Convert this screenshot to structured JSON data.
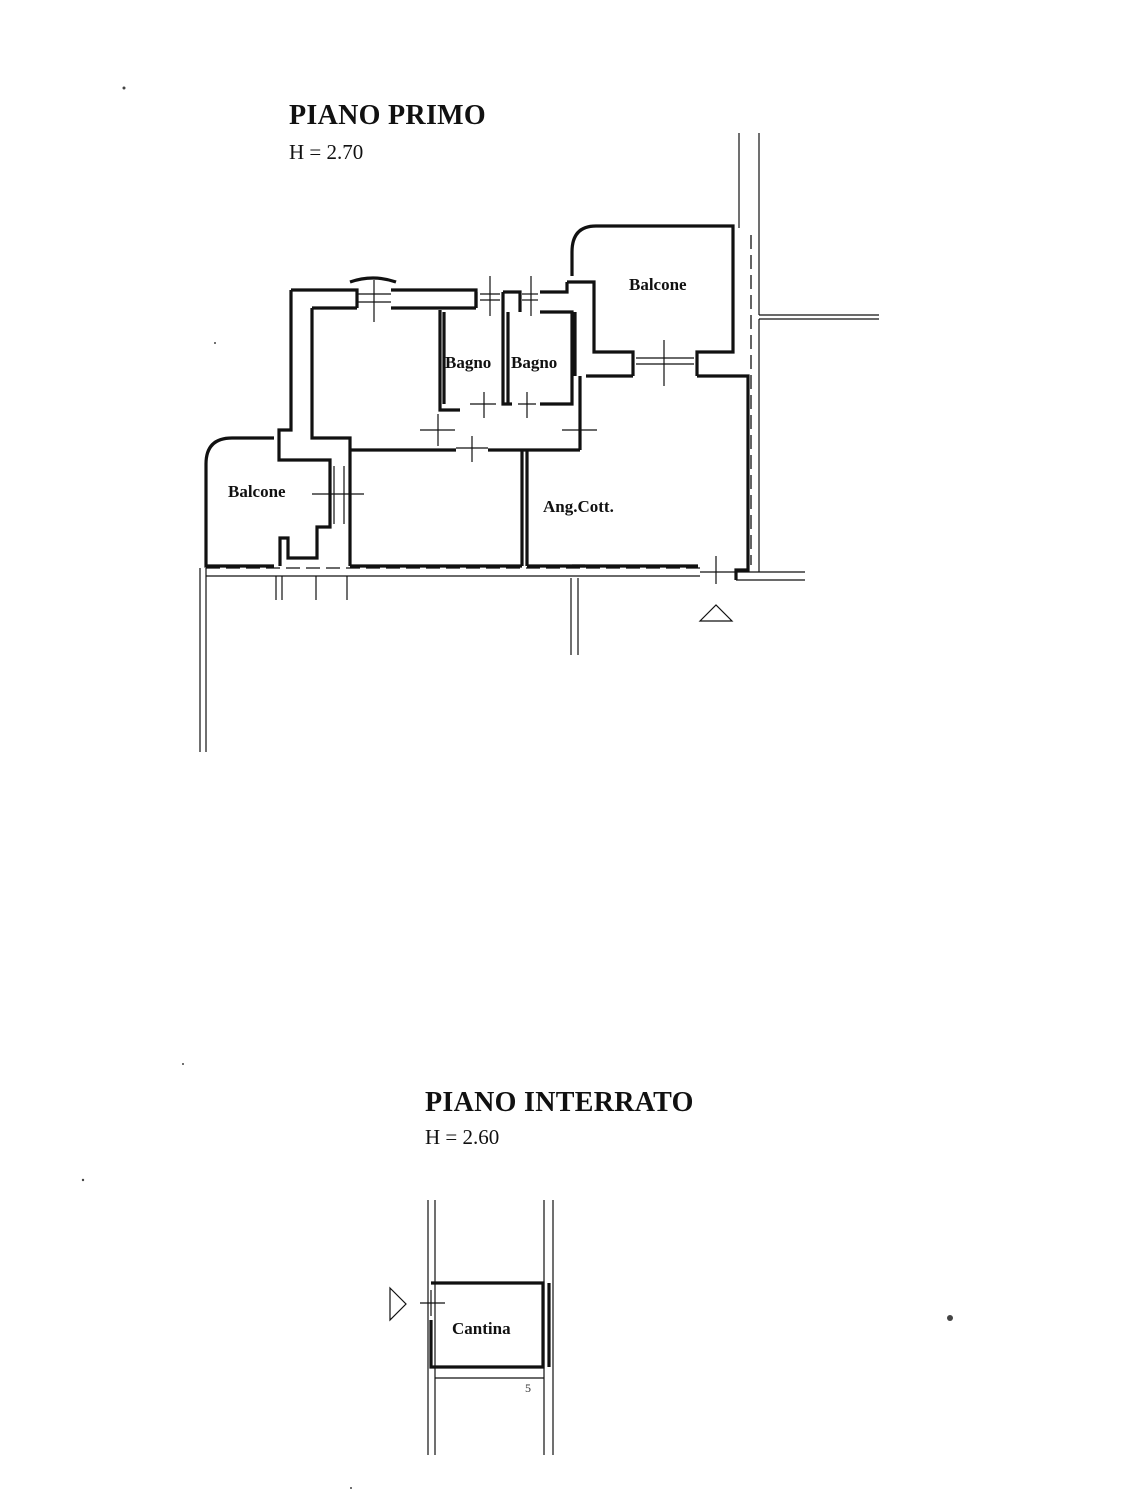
{
  "floors": [
    {
      "title": "PIANO PRIMO",
      "height": "H = 2.70",
      "rooms": {
        "balcone_ne": "Balcone",
        "bagno_1": "Bagno",
        "bagno_2": "Bagno",
        "balcone_w": "Balcone",
        "ang_cott": "Ang.Cott."
      }
    },
    {
      "title": "PIANO INTERRATO",
      "height": "H = 2.60",
      "rooms": {
        "cantina": "Cantina"
      }
    }
  ],
  "marks": {
    "stray_note": "5"
  }
}
